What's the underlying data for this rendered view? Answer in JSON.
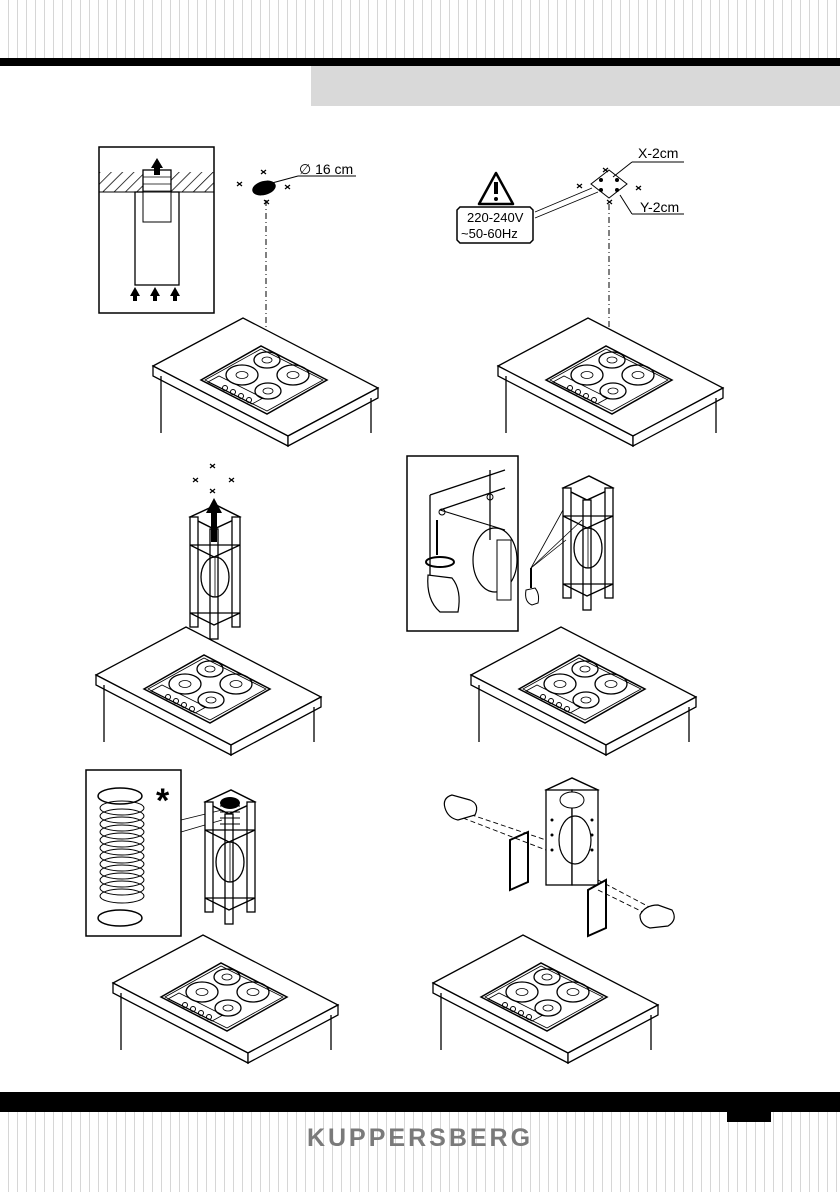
{
  "brand": {
    "name": "KUPPERSBERG",
    "color": "#7a7a7a"
  },
  "colors": {
    "header_box": "#d9d9d9",
    "bars": "#000000"
  },
  "step1": {
    "diameter_label": "∅ 16 cm"
  },
  "step2": {
    "x_offset_label": "X-2cm",
    "y_offset_label": "Y-2cm",
    "voltage_label": "220-240V",
    "frequency_label": "~50-60Hz",
    "warning_icon": "warning-triangle-icon"
  },
  "step5": {
    "optional_marker": "*"
  }
}
